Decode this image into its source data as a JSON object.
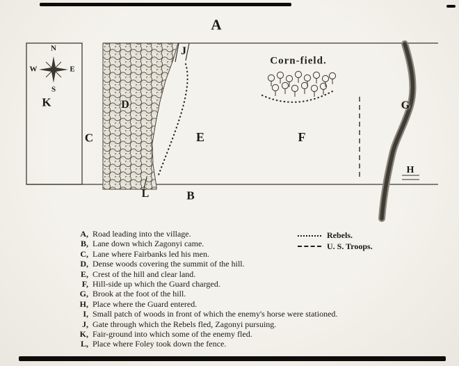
{
  "map": {
    "compass": {
      "north": "N",
      "west": "W",
      "east": "E",
      "south": "S"
    },
    "corn_field_label": "Corn-field.",
    "markers": {
      "A": "A",
      "B": "B",
      "C": "C",
      "D": "D",
      "E": "E",
      "F": "F",
      "G": "G",
      "H": "H",
      "J": "J",
      "K": "K",
      "L": "L"
    }
  },
  "legend": {
    "symbols": [
      {
        "name": "rebels",
        "label": "Rebels."
      },
      {
        "name": "us-troops",
        "label": "U. S. Troops."
      }
    ],
    "entries": [
      {
        "letter": "A,",
        "text": "Road leading into the village."
      },
      {
        "letter": "B,",
        "text": "Lane down which Zagonyi came."
      },
      {
        "letter": "C,",
        "text": "Lane where Fairbanks led his men."
      },
      {
        "letter": "D,",
        "text": "Dense woods covering the summit of the hill."
      },
      {
        "letter": "E,",
        "text": "Crest of the hill and clear land."
      },
      {
        "letter": "F,",
        "text": "Hill-side up which the Guard charged."
      },
      {
        "letter": "G,",
        "text": "Brook at the foot of the hill."
      },
      {
        "letter": "H,",
        "text": "Place where the Guard entered."
      },
      {
        "letter": "I,",
        "text": "Small patch of woods in front of which the enemy's horse were stationed."
      },
      {
        "letter": "J,",
        "text": "Gate through which the Rebels fled, Zagonyi pursuing."
      },
      {
        "letter": "K,",
        "text": "Fair-ground into which some of the enemy fled."
      },
      {
        "letter": "L,",
        "text": "Place where Foley took down the fence."
      }
    ]
  },
  "colors": {
    "paper": "#f2f0ea",
    "ink": "#1c1a15",
    "brook": "#3f3c35"
  }
}
